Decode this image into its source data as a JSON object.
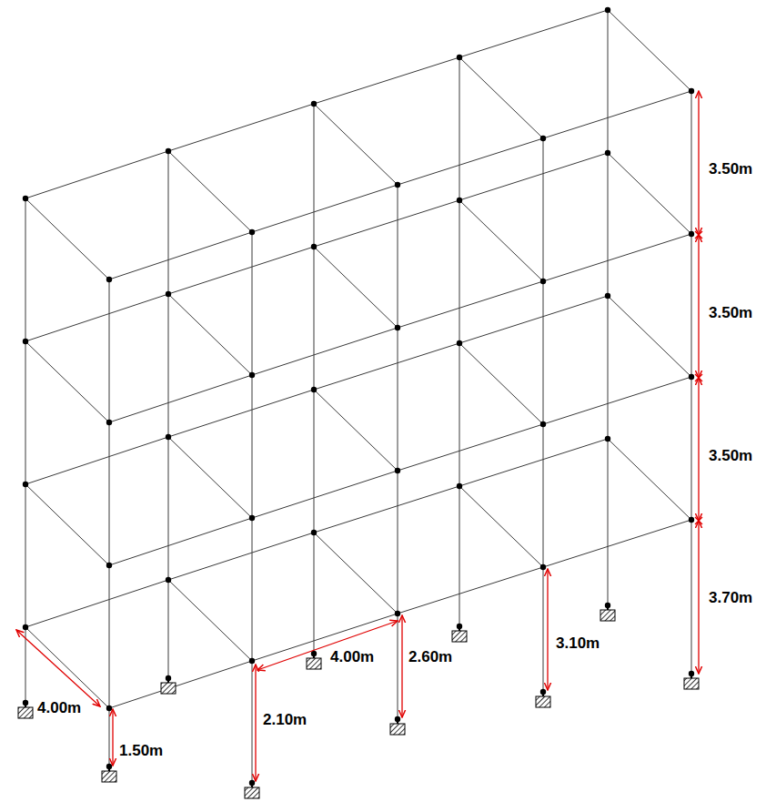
{
  "diagram": {
    "labels": [
      "3.50m",
      "3.50m",
      "3.50m",
      "3.70m",
      "4.00m",
      "1.50m",
      "2.10m",
      "4.00m",
      "2.60m",
      "3.10m"
    ]
  }
}
